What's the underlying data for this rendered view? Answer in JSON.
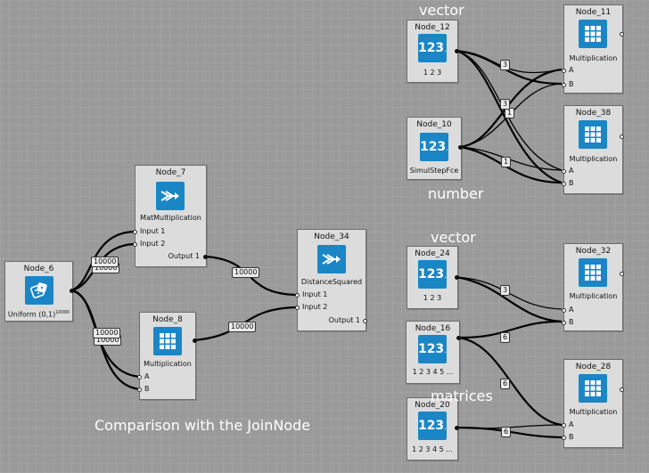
{
  "headings": {
    "vector_top": "vector",
    "number": "number",
    "vector_mid": "vector",
    "matrices": "matrices"
  },
  "caption": "Comparison with the JoinNode",
  "nodes": {
    "node_6": {
      "title": "Node_6",
      "caption": "Uniform (0,1)",
      "sup": "10000",
      "icon": "dice-icon"
    },
    "node_7": {
      "title": "Node_7",
      "caption": "MatMultiplication",
      "icon": "arrow-merge-icon",
      "in1": "Input 1",
      "in2": "Input 2",
      "out": "Output 1"
    },
    "node_8": {
      "title": "Node_8",
      "caption": "Multiplication",
      "icon": "grid-icon",
      "in1": "A",
      "in2": "B"
    },
    "node_34": {
      "title": "Node_34",
      "caption": "DistanceSquared",
      "icon": "arrow-merge-icon",
      "in1": "Input 1",
      "in2": "Input 2",
      "out": "Output 1"
    },
    "node_12": {
      "title": "Node_12",
      "caption": "1 2 3",
      "icon": "number-icon"
    },
    "node_10": {
      "title": "Node_10",
      "caption": "SimulStepFce",
      "icon": "number-icon"
    },
    "node_11": {
      "title": "Node_11",
      "caption": "Multiplication",
      "icon": "grid-icon",
      "in1": "A",
      "in2": "B"
    },
    "node_38": {
      "title": "Node_38",
      "caption": "Multiplication",
      "icon": "grid-icon",
      "in1": "A",
      "in2": "B"
    },
    "node_24": {
      "title": "Node_24",
      "caption": "1 2 3",
      "icon": "number-icon"
    },
    "node_16": {
      "title": "Node_16",
      "caption": "1 2 3 4 5 ...",
      "icon": "number-icon"
    },
    "node_20": {
      "title": "Node_20",
      "caption": "1 2 3 4 5 ...",
      "icon": "number-icon"
    },
    "node_32": {
      "title": "Node_32",
      "caption": "Multiplication",
      "icon": "grid-icon",
      "in1": "A",
      "in2": "B"
    },
    "node_28": {
      "title": "Node_28",
      "caption": "Multiplication",
      "icon": "grid-icon",
      "in1": "A",
      "in2": "B"
    }
  },
  "number_icon_text": {
    "big": "123",
    "dot": "."
  },
  "badges": {
    "n6_to_n7": "10000",
    "n6_to_n8": "10000",
    "n7_to_n34": "10000",
    "n8_to_n34": "10000",
    "n12_to_n11": "3",
    "n12_to_n38": "3",
    "n10_to_n11": "1",
    "n10_to_n38": "1",
    "n24_to_n32": "3",
    "n16_to_n32": "6",
    "n16_to_n28": "6",
    "n20_to_n28": "6"
  },
  "colors": {
    "background": "#9a9a9a",
    "node_fill": "#dcdcdc",
    "icon_blue": "#1a86c6",
    "wire": "#000000"
  }
}
